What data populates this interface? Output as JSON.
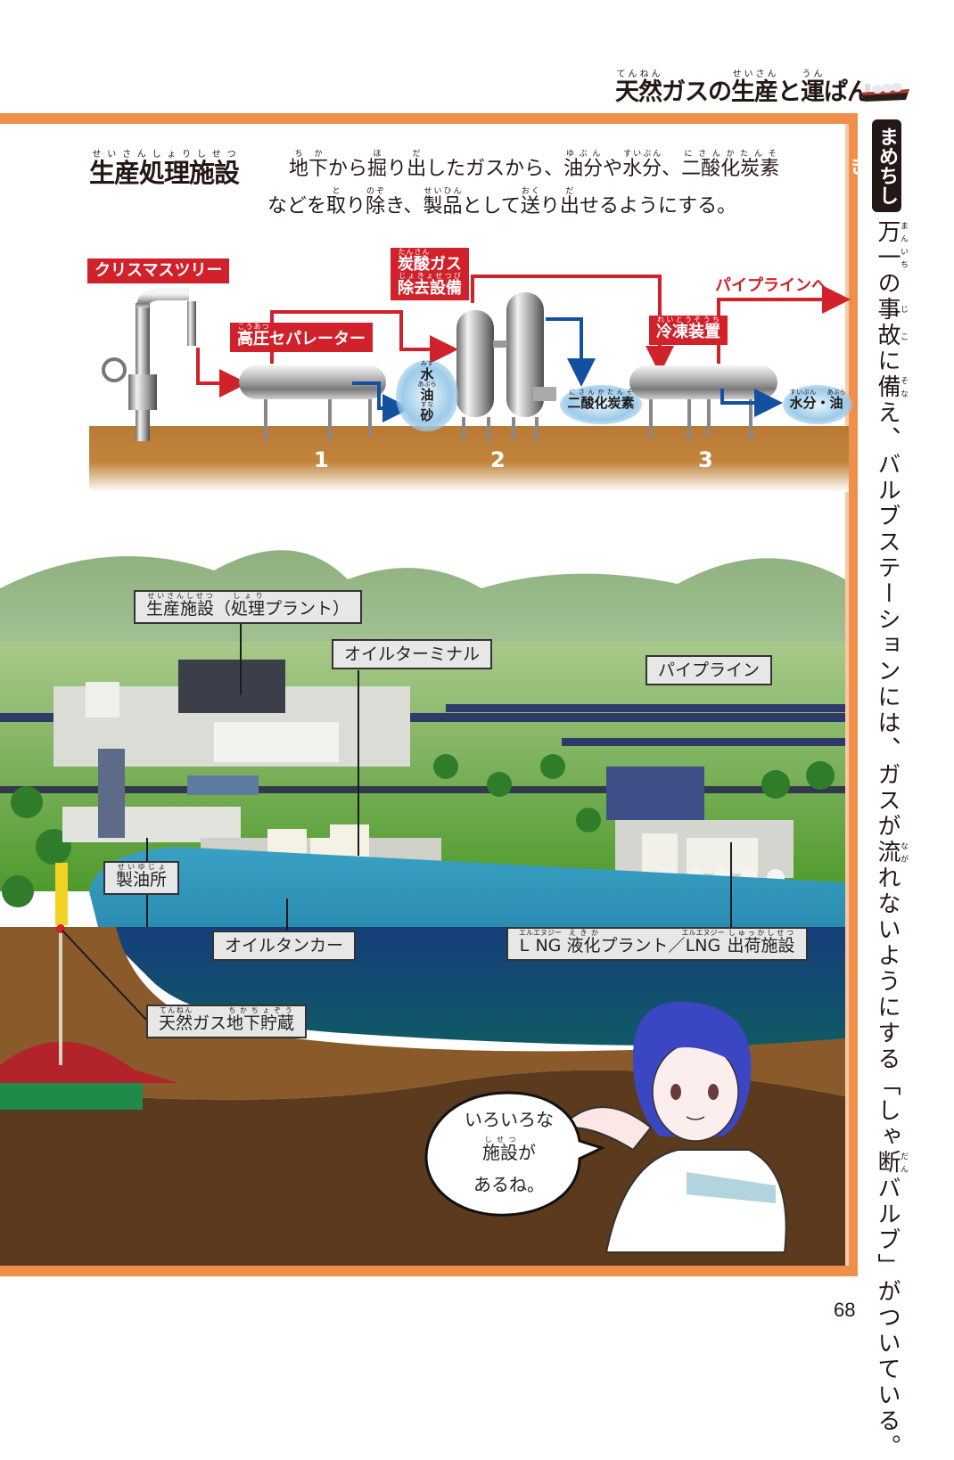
{
  "header": {
    "title_parts": [
      {
        "base": "天然",
        "ruby": "てんねん"
      },
      {
        "text": "ガスの"
      },
      {
        "base": "生産",
        "ruby": "せいさん"
      },
      {
        "text": "と"
      },
      {
        "base": "運",
        "ruby": "うん"
      },
      {
        "text": "ぱん"
      }
    ],
    "icon": "lng-tanker-ship-icon"
  },
  "section": {
    "title": {
      "base": "生産処理施設",
      "ruby": "せいさんしょりしせつ"
    },
    "description_line1": [
      {
        "base": "地下",
        "ruby": "ちか"
      },
      {
        "text": "から"
      },
      {
        "base": "掘",
        "ruby": "ほ"
      },
      {
        "text": "り"
      },
      {
        "base": "出",
        "ruby": "だ"
      },
      {
        "text": "したガスから、"
      },
      {
        "base": "油分",
        "ruby": "ゆぶん"
      },
      {
        "text": "や"
      },
      {
        "base": "水分",
        "ruby": "すいぶん"
      },
      {
        "text": "、"
      },
      {
        "base": "二酸化炭素",
        "ruby": "にさんかたんそ"
      }
    ],
    "description_line2": [
      {
        "text": "などを"
      },
      {
        "base": "取",
        "ruby": "と"
      },
      {
        "text": "り"
      },
      {
        "base": "除",
        "ruby": "のぞ"
      },
      {
        "text": "き、"
      },
      {
        "base": "製品",
        "ruby": "せいひん"
      },
      {
        "text": "として"
      },
      {
        "base": "送",
        "ruby": "おく"
      },
      {
        "text": "り"
      },
      {
        "base": "出",
        "ruby": "だ"
      },
      {
        "text": "せるようにする。"
      }
    ]
  },
  "process": {
    "christmas_tree": "クリスマスツリー",
    "separator": {
      "base": "高圧",
      "ruby": "こうあつ",
      "rest": "セパレーター"
    },
    "co2_removal": {
      "line1_base": "炭酸",
      "line1_ruby": "たんさん",
      "line1_rest": "ガス",
      "line2_base": "除去設備",
      "line2_ruby": "じょきょせつび"
    },
    "refrigeration": {
      "base": "冷凍装置",
      "ruby": "れいとうそうち"
    },
    "to_pipeline": "パイプラインへ",
    "byproducts": {
      "water_oil_sand": [
        {
          "base": "水",
          "ruby": "みず"
        },
        {
          "base": "油",
          "ruby": "あぶら"
        },
        {
          "base": "砂",
          "ruby": "すな"
        }
      ],
      "co2": {
        "base": "二酸化炭素",
        "ruby": "にさんかたんそ"
      },
      "water_oil": {
        "b1": "水分",
        "r1": "すいぶん",
        "sep": "・",
        "b2": "油",
        "r2": "あぶら"
      }
    },
    "steps": [
      "1",
      "2",
      "3"
    ],
    "colors": {
      "red": "#d1212a",
      "blue": "#1450a0",
      "ground": "#c2853d"
    }
  },
  "scene_labels": {
    "production_facility": {
      "b1": "生産施設",
      "r1": "せいさんしせつ",
      "mid": "（",
      "b2": "処理",
      "r2": "しょり",
      "rest": "プラント）"
    },
    "oil_terminal": "オイルターミナル",
    "pipeline": "パイプライン",
    "refinery": {
      "base": "製油所",
      "ruby": "せいゆじょ"
    },
    "oil_tanker": "オイルタンカー",
    "lng": {
      "b1": "L NG",
      "r1": "エルエヌジー",
      "b2": "液化",
      "r2": "えきか",
      "mid": "プラント／",
      "b3": "LNG",
      "r3": "エルエヌジー",
      "b4": "出荷施設",
      "r4": "しゅっかしせつ"
    },
    "underground_storage": {
      "b1": "天然",
      "r1": "てんねん",
      "mid": "ガス",
      "b2": "地下貯蔵",
      "r2": "ちかちょぞう"
    }
  },
  "speech_bubble": {
    "line1": "いろいろな",
    "line2_base": "施設",
    "line2_ruby": "しせつ",
    "line2_rest": "が",
    "line3": "あるね。"
  },
  "mame_chishiki": {
    "badge": "まめちしき",
    "text_parts": [
      {
        "base": "万一",
        "ruby": "まんいち"
      },
      {
        "text": "の"
      },
      {
        "base": "事故",
        "ruby": "じこ"
      },
      {
        "text": "に"
      },
      {
        "base": "備",
        "ruby": "そな"
      },
      {
        "text": "え、バルブステーションには、ガスが"
      },
      {
        "base": "流",
        "ruby": "なが"
      },
      {
        "text": "れないようにする「しゃ"
      },
      {
        "base": "断",
        "ruby": "だん"
      },
      {
        "text": "バルブ」がついている。"
      }
    ]
  },
  "page_number": "68",
  "colors": {
    "accent_orange": "#ef8f4c",
    "label_red": "#d1212a",
    "badge_dark": "#231815"
  }
}
